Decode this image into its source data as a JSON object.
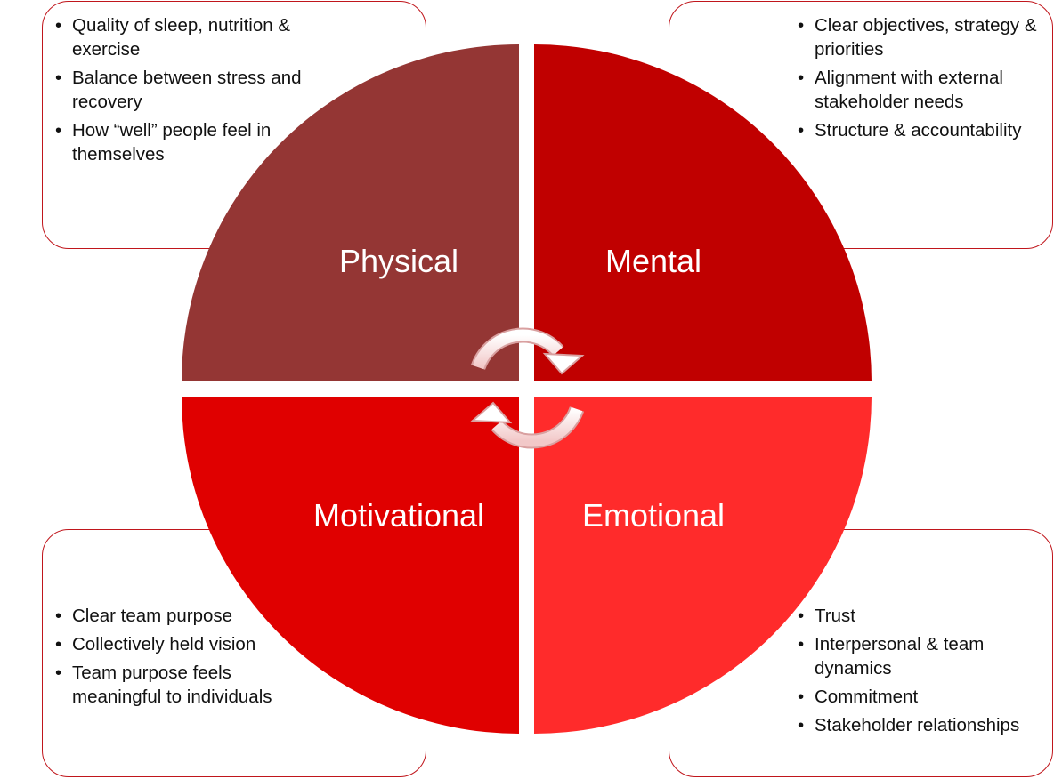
{
  "quadrants": {
    "physical": {
      "label": "Physical",
      "color": "#943634",
      "bullets": [
        "Quality of sleep, nutrition & exercise",
        "Balance between stress and recovery",
        "How “well” people feel in themselves"
      ]
    },
    "mental": {
      "label": "Mental",
      "color": "#c00000",
      "bullets": [
        "Clear objectives, strategy & priorities",
        "Alignment with external stakeholder needs",
        "Structure & accountability"
      ]
    },
    "motivational": {
      "label": "Motivational",
      "color": "#e00000",
      "bullets": [
        "Clear team purpose",
        "Collectively held vision",
        "Team purpose feels meaningful to individuals"
      ]
    },
    "emotional": {
      "label": "Emotional",
      "color": "#ff2b2b",
      "bullets": [
        "Trust",
        "Interpersonal & team dynamics",
        "Commitment",
        "Stakeholder relationships"
      ]
    }
  },
  "box_border_color": "#c0161c",
  "cycle_icon": "circular-arrows-icon"
}
